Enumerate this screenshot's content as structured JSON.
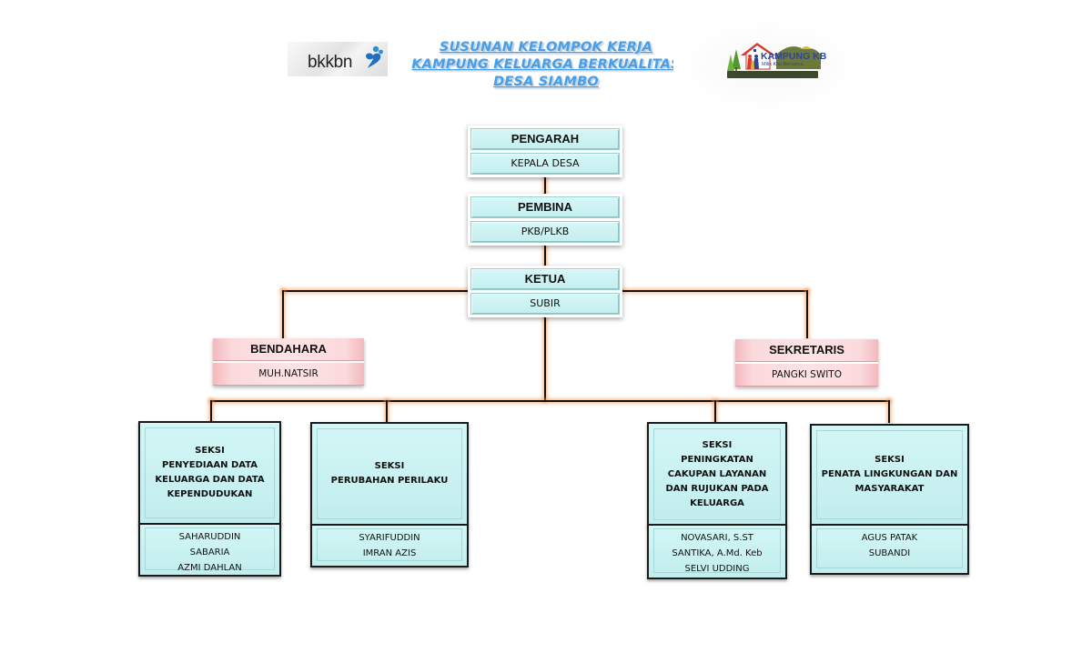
{
  "header": {
    "title_lines": [
      "SUSUNAN KELOMPOK KERJA",
      "KAMPUNG KELUARGA BERKUALITAS",
      "DESA SIAMBO"
    ],
    "logo_left": {
      "text": "bkkbn",
      "icon": "bkkbn-logo-icon"
    },
    "logo_right": {
      "title": "KAMPUNG KB",
      "subtitle": "Milik Kita Bersama",
      "icon": "kampung-kb-logo-icon"
    }
  },
  "colors": {
    "title": "#4a9ee6",
    "box_cyan": "#c7f0f0",
    "box_pink": "#fbd9dc",
    "connector": "#111111",
    "connector_glow": "#f59650"
  },
  "org": {
    "pengarah": {
      "role": "PENGARAH",
      "name": "KEPALA DESA"
    },
    "pembina": {
      "role": "PEMBINA",
      "name": "PKB/PLKB"
    },
    "ketua": {
      "role": "KETUA",
      "name": "SUBIR"
    },
    "bendahara": {
      "role": "BENDAHARA",
      "name": "MUH.NATSIR"
    },
    "sekretaris": {
      "role": "SEKRETARIS",
      "name": "PANGKI SWITO"
    },
    "sections": [
      {
        "title": "SEKSI\nPENYEDIAAN DATA\nKELUARGA DAN DATA\nKEPENDUDUKAN",
        "members": [
          "SAHARUDDIN",
          "SABARIA",
          "AZMI DAHLAN"
        ]
      },
      {
        "title": "SEKSI\nPERUBAHAN PERILAKU",
        "members": [
          "SYARIFUDDIN",
          "IMRAN AZIS"
        ]
      },
      {
        "title": "SEKSI\nPENINGKATAN\nCAKUPAN LAYANAN\nDAN RUJUKAN PADA\nKELUARGA",
        "members": [
          "NOVASARI, S.ST",
          "SANTIKA, A.Md. Keb",
          "SELVI UDDING"
        ]
      },
      {
        "title": "SEKSI\nPENATA LINGKUNGAN DAN\nMASYARAKAT",
        "members": [
          "AGUS PATAK",
          "SUBANDI"
        ]
      }
    ]
  }
}
